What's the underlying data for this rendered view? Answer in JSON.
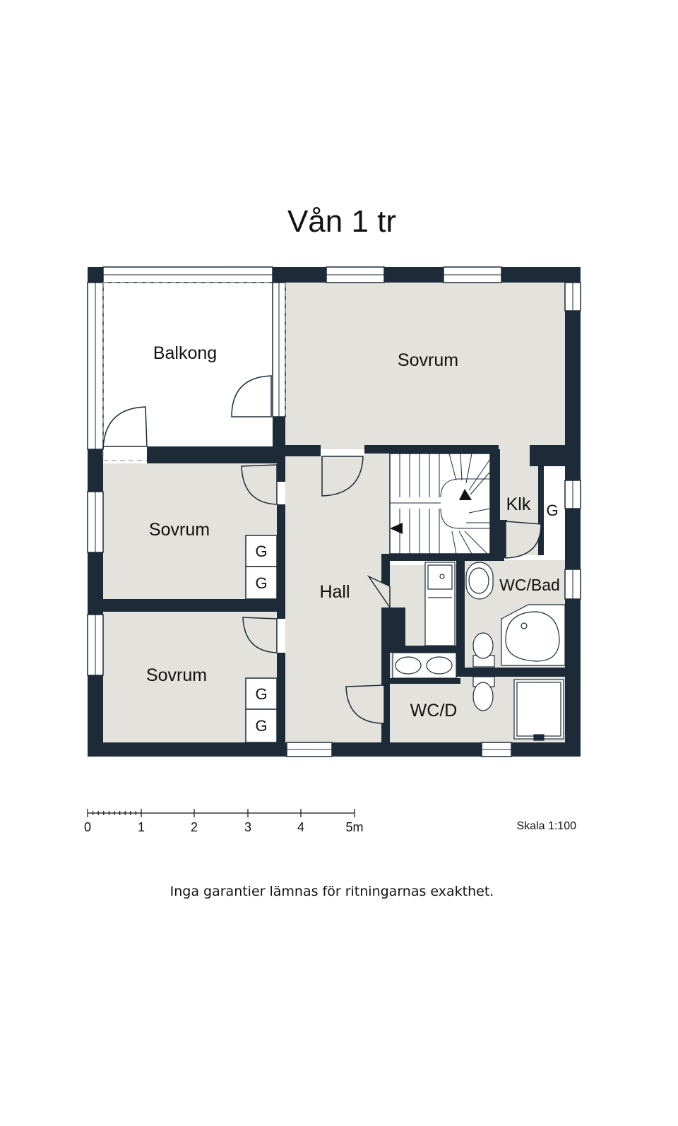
{
  "title": "Vån 1 tr",
  "rooms": {
    "balkong": "Balkong",
    "sovrum_main": "Sovrum",
    "sovrum_mid": "Sovrum",
    "sovrum_low": "Sovrum",
    "hall": "Hall",
    "klk": "Klk",
    "wc_bad": "WC/Bad",
    "wc_d": "WC/D"
  },
  "closet_label": "G",
  "scale_bar": {
    "ticks": [
      "0",
      "1",
      "2",
      "3",
      "4",
      "5m"
    ],
    "scale_text": "Skala 1:100"
  },
  "disclaimer": "Inga garantier lämnas för ritningarnas exakthet.",
  "colors": {
    "wall": "#1d2b38",
    "floor": "#e4e2dc",
    "fixture": "#ffffff"
  }
}
